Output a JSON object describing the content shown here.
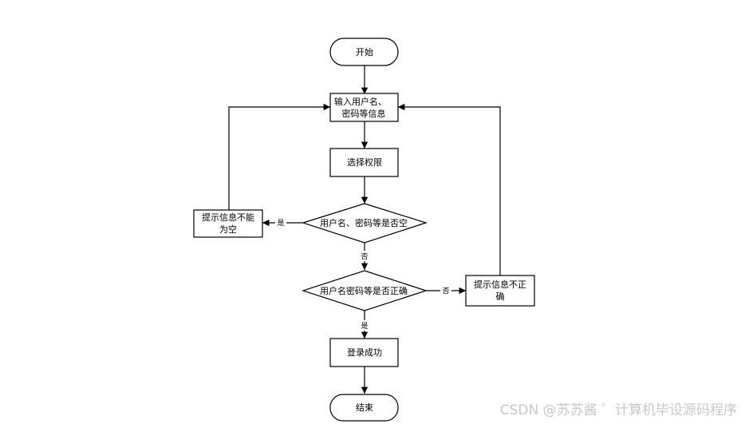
{
  "nodes": {
    "start": "开始",
    "input_line1": "输入用户名、",
    "input_line2": "密码等信息",
    "select_role": "选择权限",
    "check_empty": "用户名、密码等是否空",
    "empty_tip_line1": "提示信息不能",
    "empty_tip_line2": "为空",
    "check_correct": "用户名密码等是否正确",
    "wrong_tip_line1": "提示信息不正",
    "wrong_tip_line2": "确",
    "login_ok": "登录成功",
    "end": "结束"
  },
  "edges": {
    "empty_yes": "是",
    "empty_no": "否",
    "correct_no": "否",
    "correct_yes": "是"
  },
  "watermark": "CSDN @苏苏酱  ゛计算机毕设源码程序"
}
